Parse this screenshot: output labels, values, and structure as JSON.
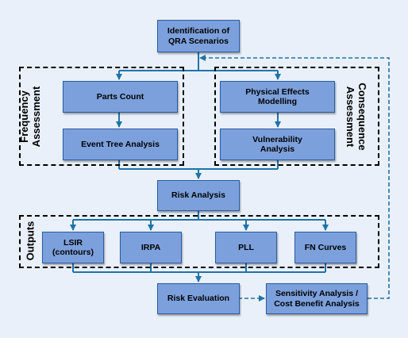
{
  "colors": {
    "box_fill": "#7ca0dc",
    "box_border": "#2a5ca3",
    "arrow": "#1f73a8",
    "background": "#e9f0f9"
  },
  "nodes": {
    "identification": "Identification of\nQRA Scenarios",
    "parts_count": "Parts Count",
    "event_tree": "Event Tree Analysis",
    "physical_effects": "Physical Effects\nModelling",
    "vulnerability": "Vulnerability\nAnalysis",
    "risk_analysis": "Risk Analysis",
    "lsir": "LSIR\n(contours)",
    "irpa": "IRPA",
    "pll": "PLL",
    "fn_curves": "FN Curves",
    "risk_evaluation": "Risk Evaluation",
    "sensitivity": "Sensitivity Analysis /\nCost Benefit Analysis"
  },
  "groups": {
    "frequency": "Frequency\nAssessment",
    "consequence": "Consequence\nAssessment",
    "outputs": "Outputs"
  }
}
